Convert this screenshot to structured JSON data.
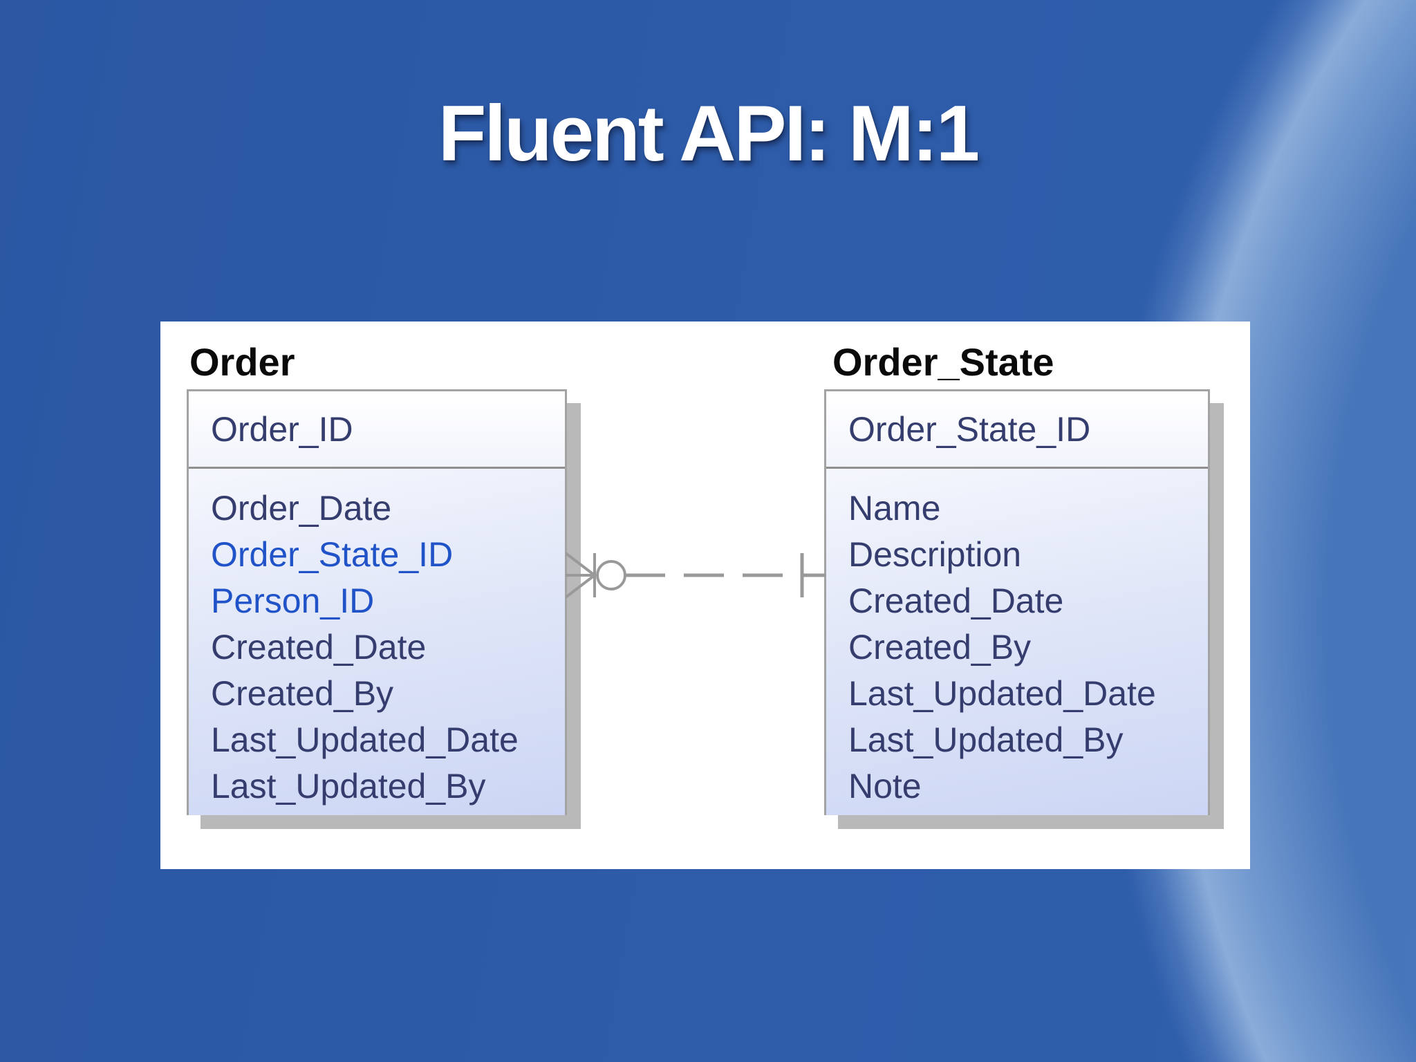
{
  "slide": {
    "title": "Fluent API: M:1"
  },
  "diagram": {
    "tables": [
      {
        "title": "Order",
        "primary_key": "Order_ID",
        "fields": [
          "Order_Date",
          "Order_State_ID",
          "Person_ID",
          "Created_Date",
          "Created_By",
          "Last_Updated_Date",
          "Last_Updated_By"
        ],
        "foreign_keys": [
          "Order_State_ID",
          "Person_ID"
        ]
      },
      {
        "title": "Order_State",
        "primary_key": "Order_State_ID",
        "fields": [
          "Name",
          "Description",
          "Created_Date",
          "Created_By",
          "Last_Updated_Date",
          "Last_Updated_By",
          "Note"
        ],
        "foreign_keys": []
      }
    ],
    "relationship": {
      "type": "many-to-one",
      "many_side": "Order",
      "one_side": "Order_State",
      "many_cardinality": "zero-or-many",
      "one_cardinality": "one",
      "line_style": "dashed"
    }
  },
  "colors": {
    "background_blue": "#2e5ca9",
    "panel_white": "#ffffff",
    "table_title_text": "#0a0a0a",
    "field_text": "#343d6d",
    "foreign_key_text": "#2153c8",
    "box_border": "#a3a3a3",
    "box_shadow": "#b9b9b9",
    "body_gradient_top": "#f5f7fd",
    "body_gradient_bottom": "#ccd6f4",
    "connector_gray": "#999999"
  }
}
